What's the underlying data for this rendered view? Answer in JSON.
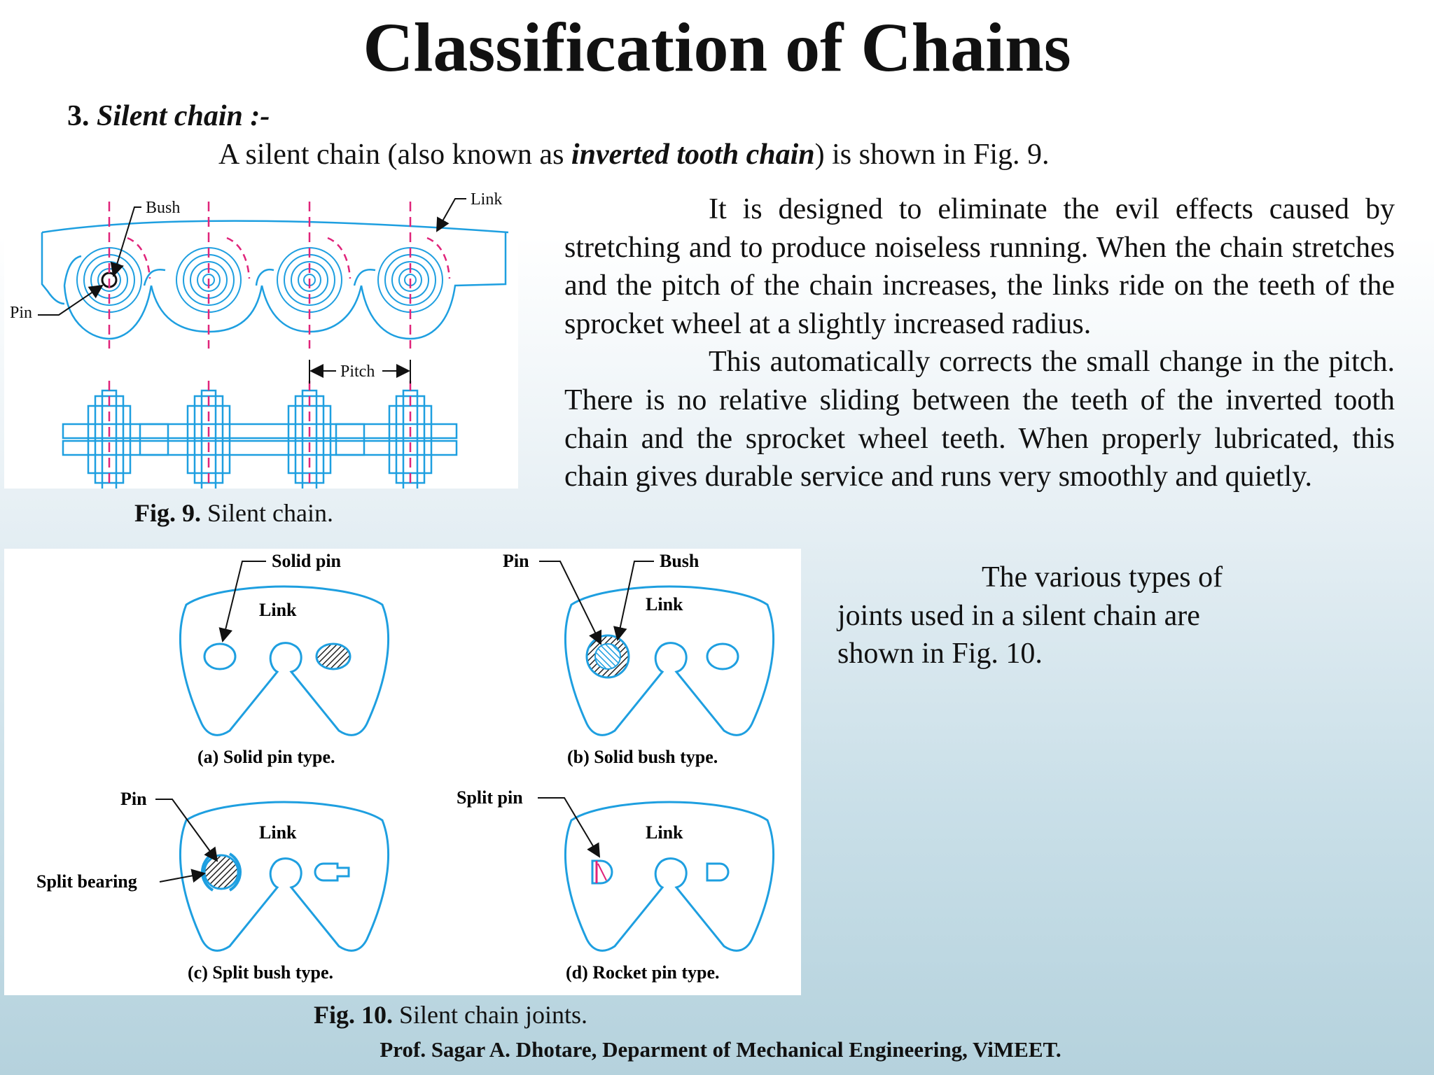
{
  "title": "Classification of Chains",
  "section": {
    "number": "3.",
    "name": "Silent chain :-"
  },
  "intro": {
    "before": "A silent chain (also known as ",
    "em": "inverted tooth chain",
    "after": ") is shown in Fig. 9."
  },
  "paragraph1": [
    "It is designed to eliminate the evil effects caused by stretching and to produce noiseless running. When the chain stretches and the pitch of the chain increases, the links ride on the teeth of the sprocket wheel at a slightly increased radius.",
    "This automatically corrects the small change in the pitch. There is no relative sliding between the teeth of the inverted tooth chain and the sprocket wheel teeth. When properly lubricated, this chain gives durable service and runs very smoothly and quietly."
  ],
  "paragraph2": "The various types of joints used in a silent chain are shown in Fig. 10.",
  "fig9": {
    "labels": {
      "bush": "Bush",
      "link": "Link",
      "pin": "Pin",
      "pitch": "Pitch"
    },
    "caption_num": "Fig. 9.",
    "caption_text": " Silent chain."
  },
  "fig10": {
    "a": {
      "pin": "Solid pin",
      "link": "Link",
      "caption": "(a) Solid pin type."
    },
    "b": {
      "pin": "Pin",
      "bush": "Bush",
      "link": "Link",
      "caption": "(b) Solid bush type."
    },
    "c": {
      "pin": "Pin",
      "bearing": "Split bearing",
      "link": "Link",
      "caption": "(c) Split bush type."
    },
    "d": {
      "pin": "Split pin",
      "link": "Link",
      "caption": "(d) Rocket pin type."
    },
    "caption_num": "Fig. 10.",
    "caption_text": " Silent chain joints."
  },
  "footer": "Prof. Sagar A. Dhotare, Deparment of Mechanical Engineering, ViMEET.",
  "colors": {
    "outline": "#1e9fe0",
    "centerline": "#e0247a",
    "hatch": "#222222"
  }
}
